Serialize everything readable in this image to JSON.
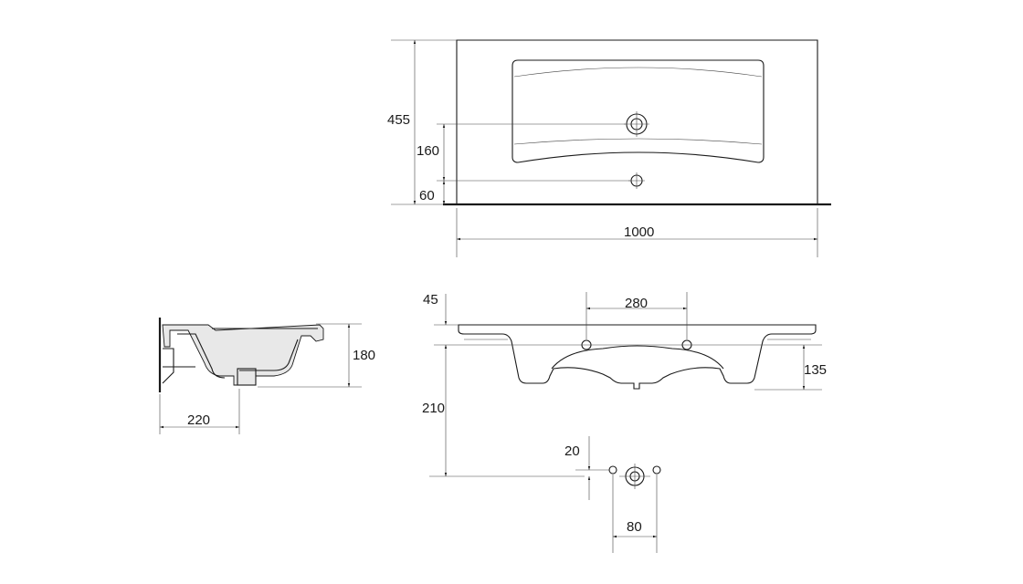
{
  "dimensions": {
    "top_depth": "455",
    "top_tap_to_wall": "160",
    "top_overflow_to_wall": "60",
    "top_width": "1000",
    "side_height": "180",
    "side_depth": "220",
    "front_rim": "45",
    "front_bracket_spacing": "280",
    "front_bowl_depth": "135",
    "front_mount_height": "210",
    "wall_plate_offset": "20",
    "wall_plate_spacing": "80"
  }
}
